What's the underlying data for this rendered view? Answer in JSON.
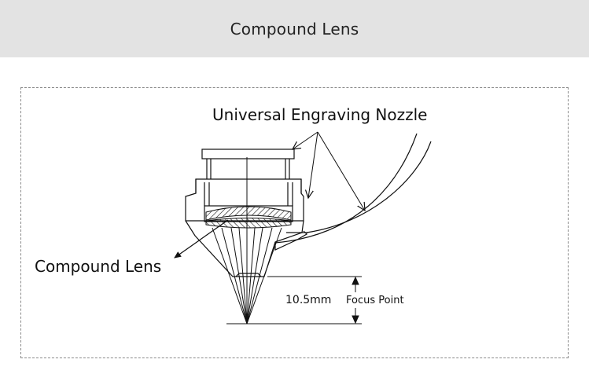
{
  "header": {
    "title": "Compound Lens"
  },
  "diagram": {
    "nozzle_label": "Universal Engraving Nozzle",
    "lens_label": "Compound Lens",
    "distance_label": "10.5mm",
    "focus_label": "Focus Point"
  }
}
